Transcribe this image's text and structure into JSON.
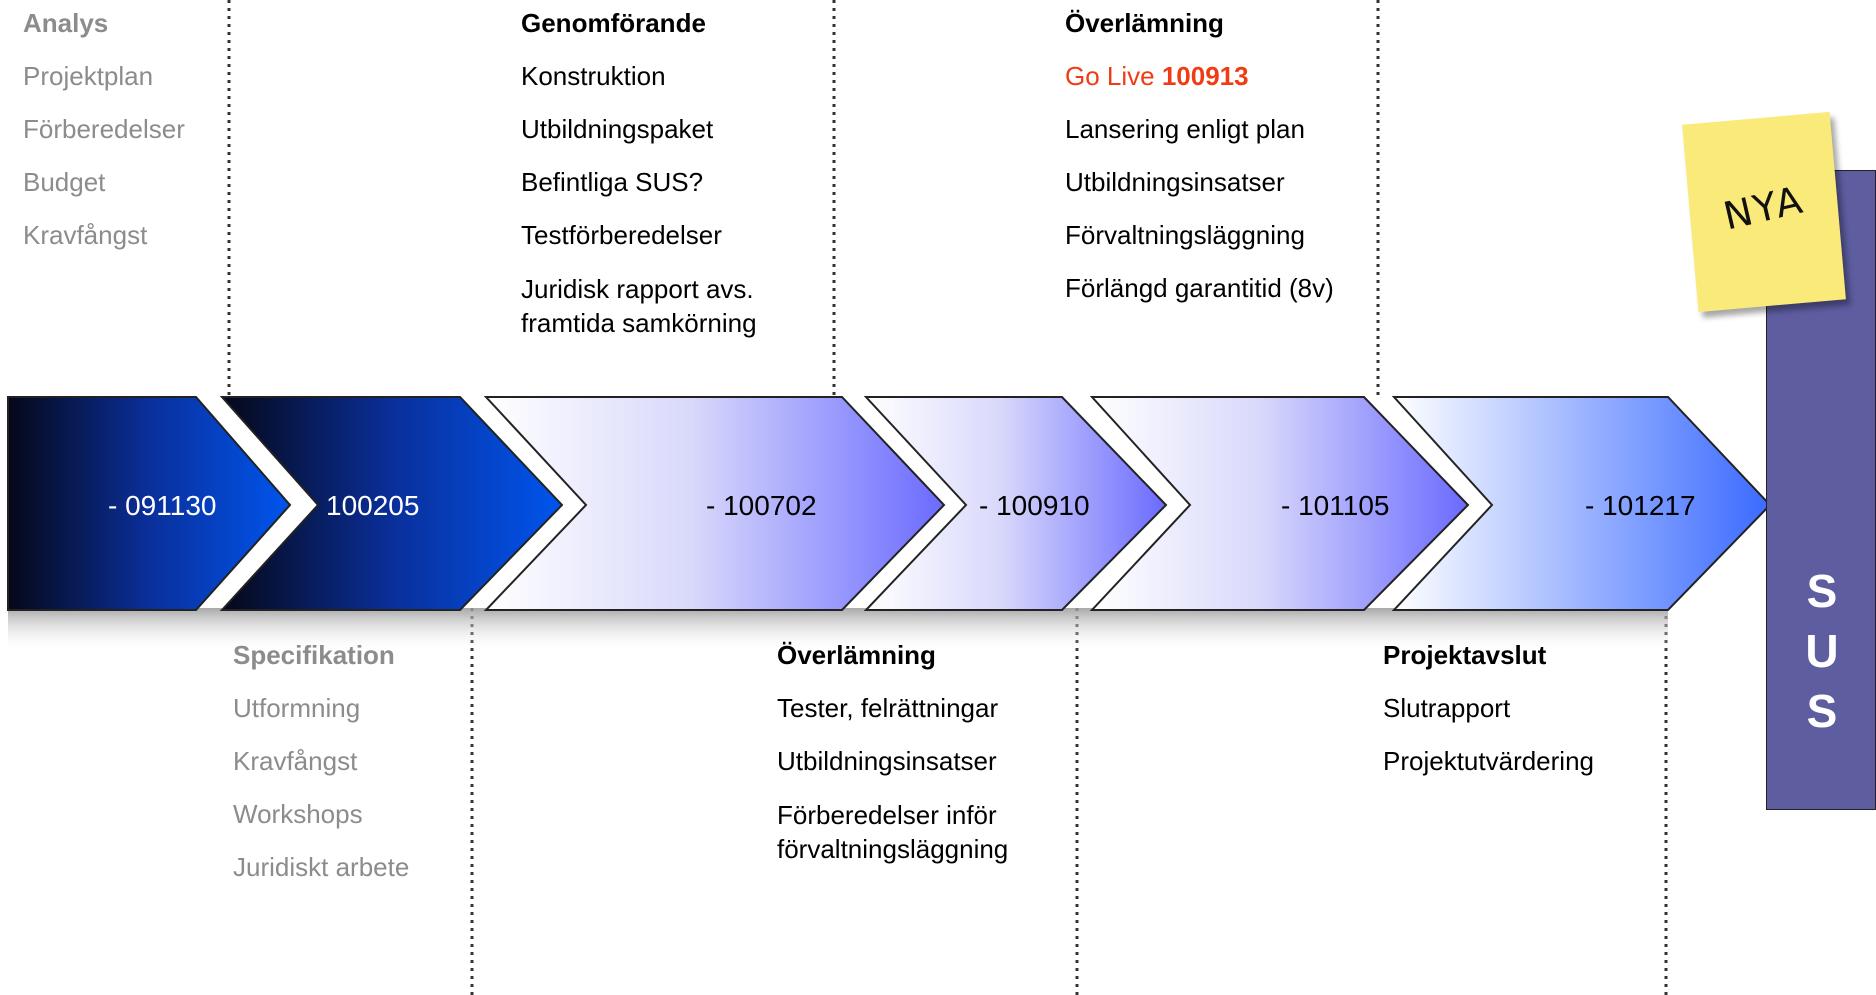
{
  "phases": [
    {
      "label": "- 091130"
    },
    {
      "label": "100205"
    },
    {
      "label": "- 100702"
    },
    {
      "label": "- 100910"
    },
    {
      "label": "- 101105"
    },
    {
      "label": "- 101217"
    }
  ],
  "top": {
    "analys": {
      "title": "Analys",
      "items": [
        "Projektplan",
        "Förberedelser",
        "Budget",
        "Kravfångst"
      ]
    },
    "genomforande": {
      "title": "Genomförande",
      "items": [
        "Konstruktion",
        "Utbildningspaket",
        "Befintliga SUS?",
        "Testförberedelser"
      ],
      "wrapped": [
        "Juridisk rapport avs.",
        "framtida samkörning"
      ]
    },
    "overlamning": {
      "title": "Överlämning",
      "golive_prefix": "Go Live",
      "golive_date": "100913",
      "items": [
        "Lansering enligt plan",
        "Utbildningsinsatser",
        "Förvaltningsläggning",
        "Förlängd garantitid (8v)"
      ]
    }
  },
  "bottom": {
    "specifikation": {
      "title": "Specifikation",
      "items": [
        "Utformning",
        "Kravfångst",
        "Workshops",
        "Juridiskt arbete"
      ]
    },
    "overlamning": {
      "title": "Överlämning",
      "items": [
        "Tester, felrättningar",
        "Utbildningsinsatser"
      ],
      "wrapped": [
        "Förberedelser inför",
        "förvaltningsläggning"
      ]
    },
    "projektavslut": {
      "title": "Projektavslut",
      "items": [
        "Slutrapport",
        "Projektutvärdering"
      ]
    }
  },
  "sus": {
    "letters": [
      "S",
      "U",
      "S"
    ]
  },
  "note": {
    "text": "NYA"
  },
  "colors": {
    "accent_red": "#f03c14",
    "sus_box": "#5d5da0",
    "note": "#f9ea7a",
    "arrow_dark": "#0a0f2e",
    "arrow_blue": "#0055ee",
    "arrow_violet": "#6a6aff"
  }
}
